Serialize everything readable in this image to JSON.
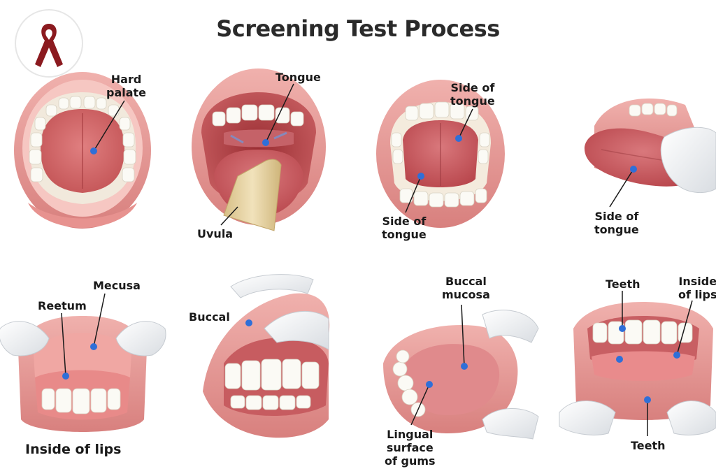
{
  "title": "Screening Test Process",
  "logo_icon": "awareness-ribbon-icon",
  "colors": {
    "ribbon": "#8b1a1f",
    "lip": "#e89a98",
    "lip_dark": "#c9615f",
    "mouth_interior": "#b8474a",
    "gum": "#e98b8c",
    "tooth": "#f8f6ef",
    "marker": "#2f6fd8",
    "glove": "#eef0f2",
    "tongue_depressor": "#e9d6a8"
  },
  "panels": [
    {
      "id": "hard-palate",
      "labels": [
        "Hard\npalate"
      ]
    },
    {
      "id": "tongue-depressor",
      "labels": [
        "Tongue",
        "Uvula"
      ]
    },
    {
      "id": "open-mouth",
      "labels": [
        "Side of\ntongue",
        "Side of\ntongue"
      ]
    },
    {
      "id": "tongue-side",
      "labels": [
        "Side of\ntongue"
      ]
    },
    {
      "id": "inside-lips",
      "labels": [
        "Mecusa",
        "Reetum",
        "Inside of lips"
      ]
    },
    {
      "id": "buccal",
      "labels": [
        "Buccal"
      ]
    },
    {
      "id": "buccal-mucosa",
      "labels": [
        "Buccal\nmucosa",
        "Lingual\nsurface\nof gums"
      ]
    },
    {
      "id": "teeth",
      "labels": [
        "Teeth",
        "Inside\nof lips",
        "Teeth"
      ]
    }
  ]
}
